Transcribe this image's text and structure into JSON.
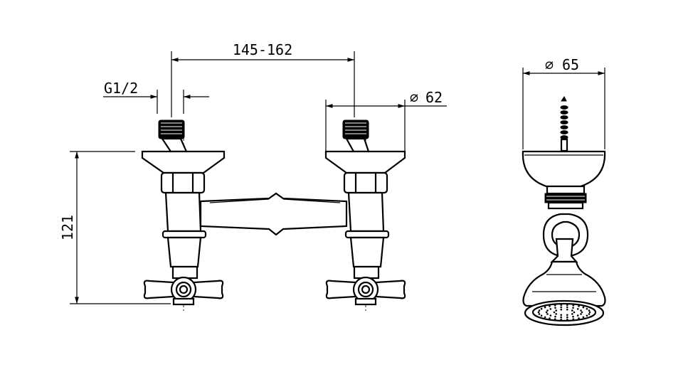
{
  "dimensions": {
    "center_distance": "145-162",
    "thread_size": "G1/2",
    "flange_diameter": "62",
    "shower_head_diameter": "65",
    "height": "121"
  },
  "symbols": {
    "diameter": "⌀"
  }
}
